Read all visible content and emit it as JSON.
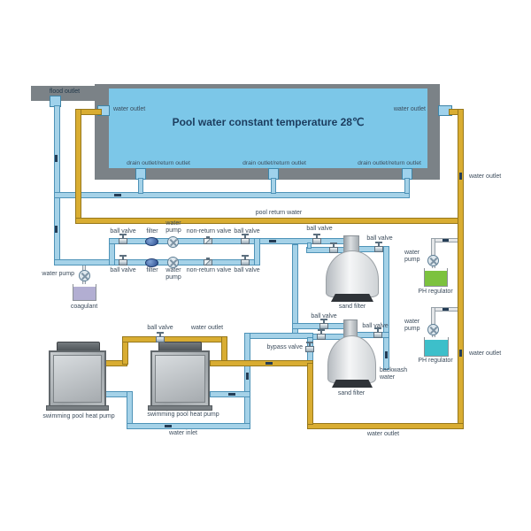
{
  "pool": {
    "title": "Pool water constant temperature 28℃",
    "flood_outlet": "flood outlet",
    "water_outlet_left": "water outlet",
    "water_outlet_right": "water outlet",
    "drains": [
      "drain outlet/return outlet",
      "drain outlet/return outlet",
      "drain outlet/return outlet"
    ]
  },
  "pipes": {
    "pool_return": "pool return water",
    "right_upper_outlet": "water outlet",
    "right_lower_outlet": "water outlet",
    "bottom_outlet": "water outlet",
    "water_inlet": "water inlet",
    "backwash": "backwash\nwater"
  },
  "treatment": {
    "top": {
      "ball_valve_1": "ball valve",
      "filter": "filter",
      "water_pump": "water\npump",
      "non_return_valve": "non-return valve",
      "ball_valve_2": "ball valve"
    },
    "bottom": {
      "ball_valve_1": "ball valve",
      "filter": "filter",
      "water_pump": "water\npump",
      "non_return_valve": "non-return valve",
      "ball_valve_2": "ball valve"
    }
  },
  "dosing": {
    "water_pump": "water pump",
    "coagulant": "coagulant"
  },
  "sand_filters": {
    "f1": {
      "label": "sand filter",
      "ball_valve_left": "ball valve",
      "ball_valve_right": "ball valve"
    },
    "f2": {
      "label": "sand filter",
      "ball_valve_left": "ball valve",
      "ball_valve_right": "ball valve"
    },
    "bypass_valve": "bypass valve"
  },
  "heat_pumps": {
    "hp1": "swimming pool heat pump",
    "hp2": "swimming pool heat pump",
    "ball_valve": "ball valve",
    "water_outlet": "water outlet"
  },
  "ph": {
    "p1": {
      "water_pump": "water\npump",
      "label": "PH regulator"
    },
    "p2": {
      "water_pump": "water\npump",
      "label": "PH regulator"
    }
  },
  "colors": {
    "pipe_blue": "#a5d2e8",
    "pipe_yellow": "#d9ad32",
    "pool_fill": "#7cc7e8",
    "pool_wall": "#7b8287",
    "coagulant_tank": "#b2aed2",
    "ph1_tank": "#7cc23e",
    "ph2_tank": "#3dbfca"
  }
}
